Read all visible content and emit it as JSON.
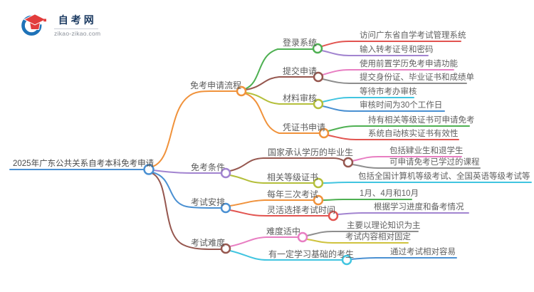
{
  "logo": {
    "site_name": "自考网",
    "site_url": "zikao-zikao.com"
  },
  "palette": {
    "blue": "#4a90d2",
    "orange": "#f0923b",
    "purple": "#a284d0",
    "brown": "#96574f",
    "green": "#4eb052",
    "yellow_green": "#b4bf3b",
    "red": "#e25450",
    "pink": "#e87ec2",
    "cyan": "#41c5e0",
    "gray": "#8e8e8e",
    "yellow": "#cfc33e",
    "logo_blue": "#1e72b8",
    "logo_red": "#e23c3c"
  },
  "mindmap": {
    "root": "2025年广东公共关系自考本科免考申请",
    "branches": [
      {
        "label": "免考申请流程",
        "color": "#f0923b",
        "children": [
          {
            "label": "登录系统",
            "color": "#4eb052",
            "children": [
              {
                "label": "访问广东省自学考试管理系统",
                "color": "#e25450"
              },
              {
                "label": "输入转考证号和密码",
                "color": "#a284d0"
              }
            ]
          },
          {
            "label": "提交申请",
            "color": "#96574f",
            "children": [
              {
                "label": "使用前置学历免考申请功能",
                "color": "#e87ec2"
              },
              {
                "label": "提交身份证、毕业证书和成绩单",
                "color": "#8e8e8e"
              }
            ]
          },
          {
            "label": "材料审核",
            "color": "#b4bf3b",
            "children": [
              {
                "label": "等待市考办审核",
                "color": "#41c5e0"
              },
              {
                "label": "审核时间为30个工作日",
                "color": "#4a90d2"
              }
            ]
          },
          {
            "label": "凭证书申请",
            "color": "#f0923b",
            "children": [
              {
                "label": "持有相关等级证书可申请免考",
                "color": "#4eb052"
              },
              {
                "label": "系统自动核实证书有效性",
                "color": "#e25450"
              }
            ]
          }
        ]
      },
      {
        "label": "免考条件",
        "color": "#a284d0",
        "children": [
          {
            "label": "国家承认学历的毕业生",
            "color": "#96574f",
            "children": [
              {
                "label": "包括肄业生和退学生",
                "color": "#e87ec2"
              },
              {
                "label": "可申请免考已学过的课程",
                "color": "#8e8e8e"
              }
            ]
          },
          {
            "label": "相关等级证书",
            "color": "#b4bf3b",
            "children": [
              {
                "label": "包括全国计算机等级考试、全国英语等级考试等",
                "color": "#41c5e0"
              }
            ]
          }
        ]
      },
      {
        "label": "考试安排",
        "color": "#4a90d2",
        "children": [
          {
            "label": "每年三次考试",
            "color": "#f0923b",
            "children": [
              {
                "label": "1月、4月和10月",
                "color": "#4eb052"
              }
            ]
          },
          {
            "label": "灵活选择考试时间",
            "color": "#e25450",
            "children": [
              {
                "label": "根据学习进度和备考情况",
                "color": "#a284d0"
              }
            ]
          }
        ]
      },
      {
        "label": "考试难度",
        "color": "#96574f",
        "children": [
          {
            "label": "难度适中",
            "color": "#e87ec2",
            "children": [
              {
                "label": "主要以理论知识为主",
                "color": "#8e8e8e"
              },
              {
                "label": "考试内容相对固定",
                "color": "#cfc33e"
              }
            ]
          },
          {
            "label": "有一定学习基础的考生",
            "color": "#41c5e0",
            "children": [
              {
                "label": "通过考试相对容易",
                "color": "#4a90d2"
              }
            ]
          }
        ]
      }
    ]
  }
}
